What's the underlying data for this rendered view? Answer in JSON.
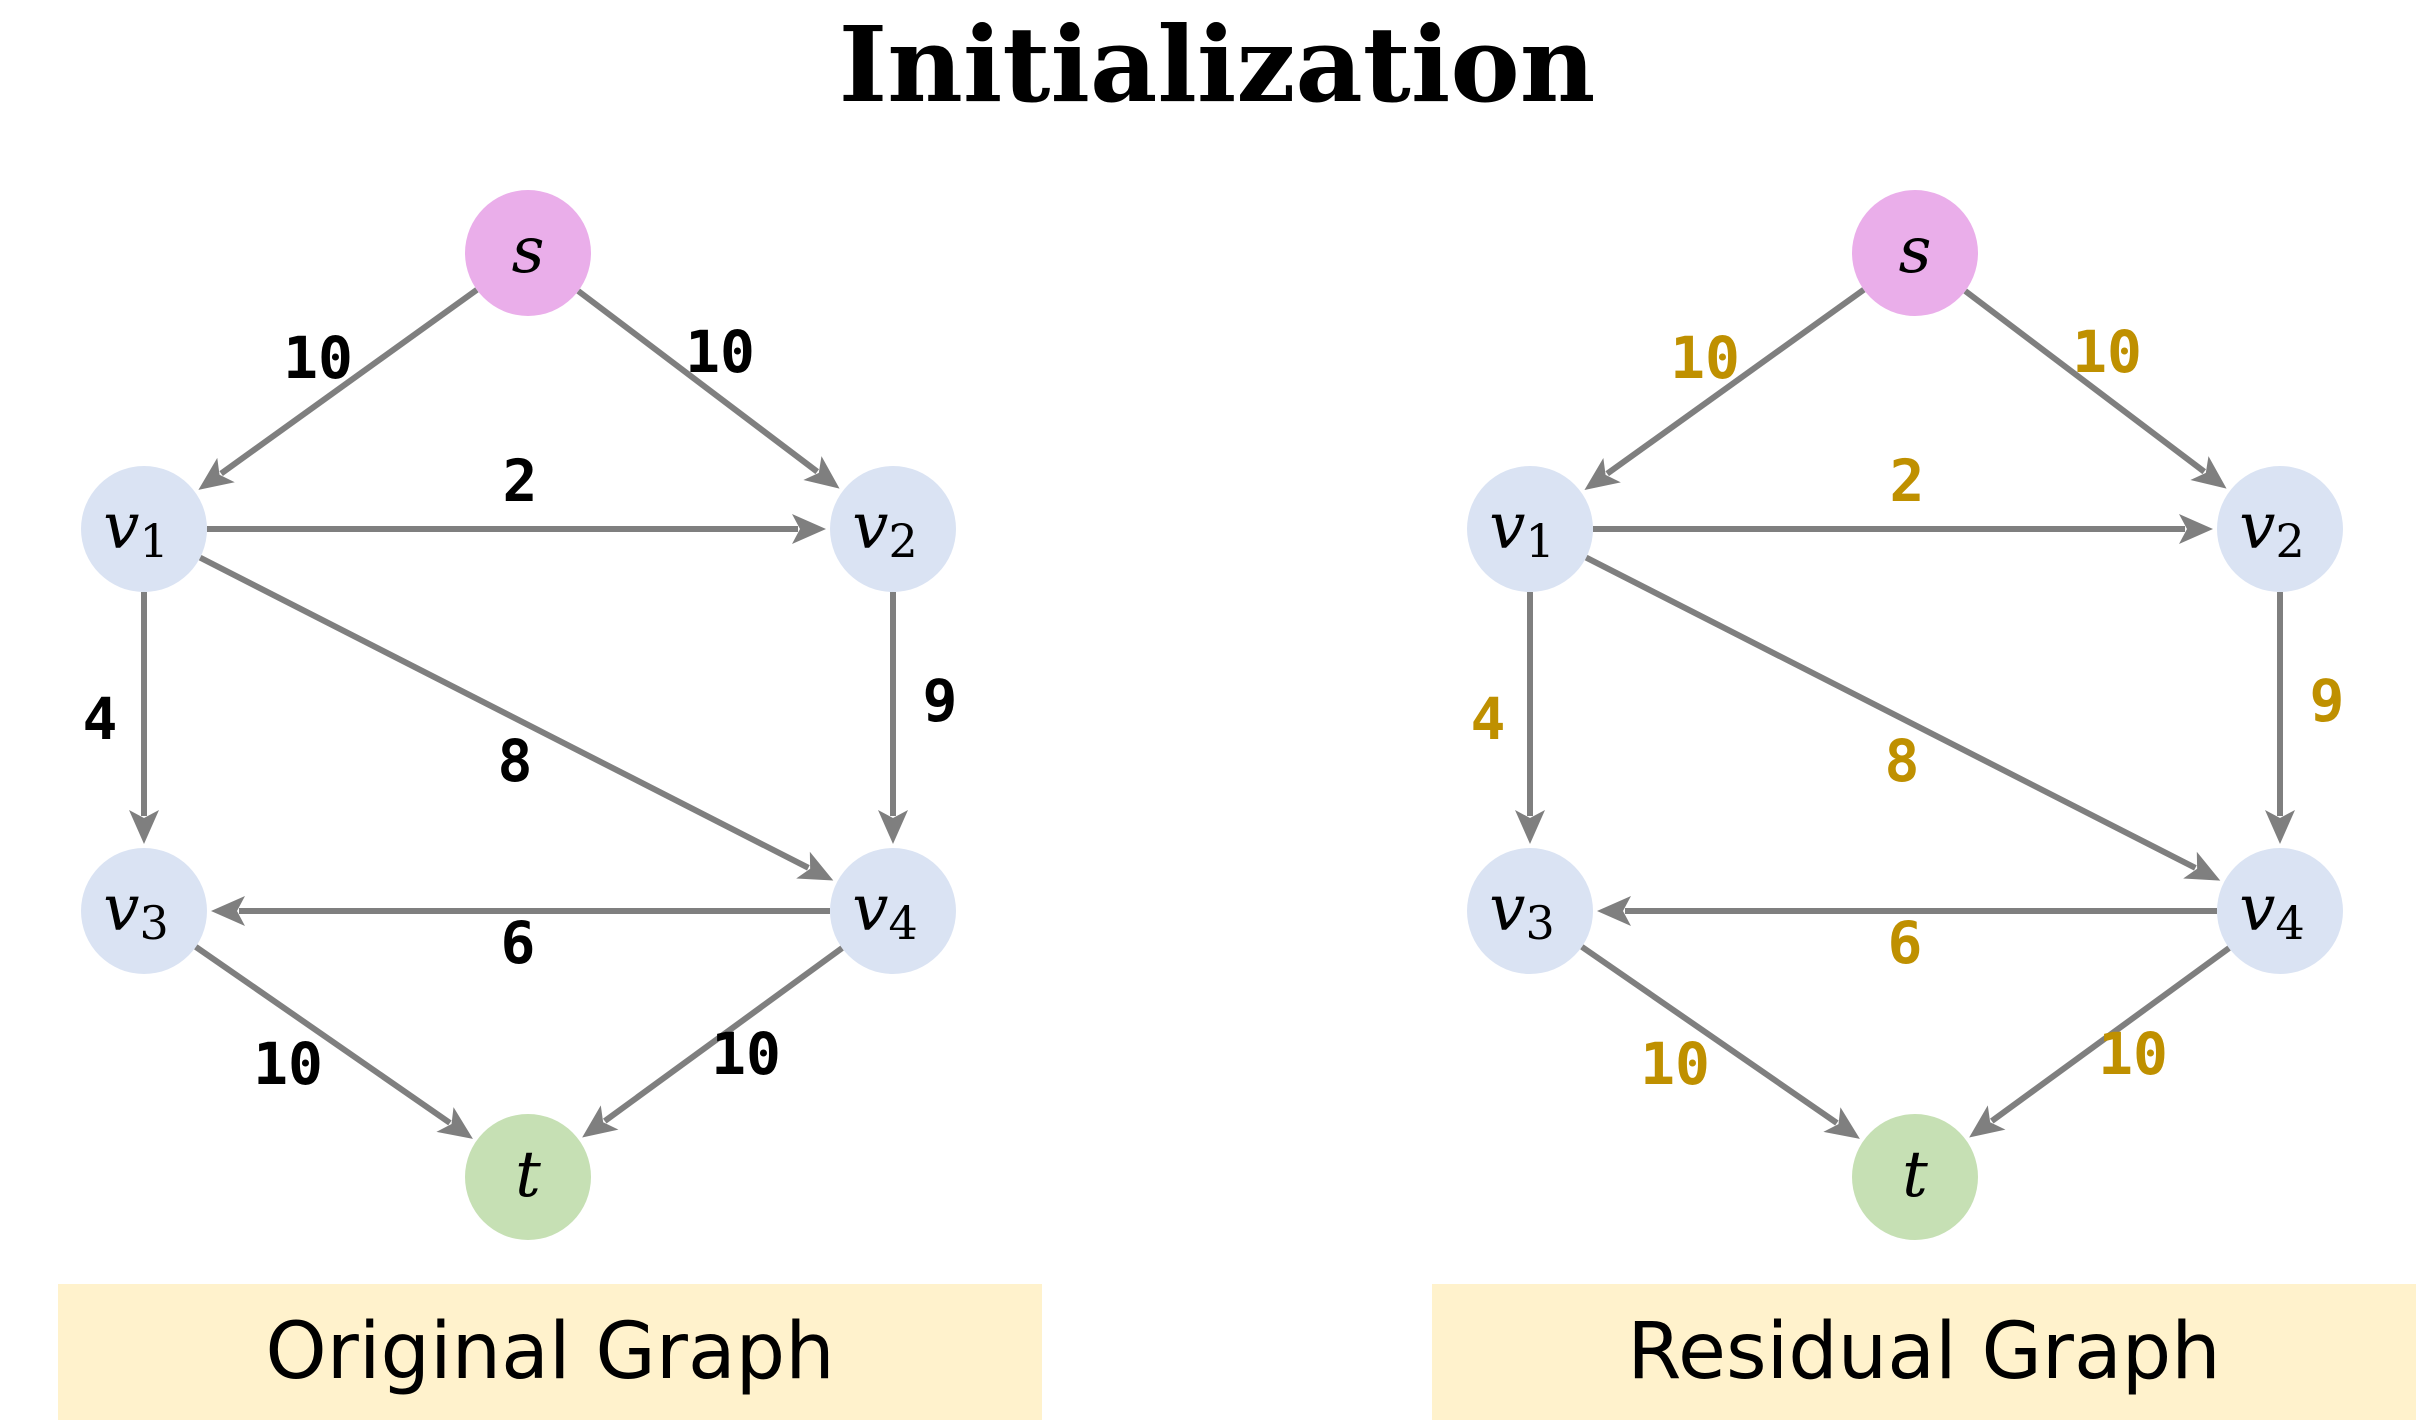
{
  "title": "Initialization",
  "colors": {
    "source_node": "#eaaeea",
    "sink_node": "#c6e0b4",
    "inner_node": "#dae3f3",
    "edge": "#7f7f7f",
    "original_label": "#000000",
    "residual_label": "#bf9000",
    "caption_bg": "#fff2cc"
  },
  "nodes": [
    {
      "id": "s",
      "label": "s",
      "sub": "",
      "kind": "source"
    },
    {
      "id": "v1",
      "label": "v",
      "sub": "1",
      "kind": "inner"
    },
    {
      "id": "v2",
      "label": "v",
      "sub": "2",
      "kind": "inner"
    },
    {
      "id": "v3",
      "label": "v",
      "sub": "3",
      "kind": "inner"
    },
    {
      "id": "v4",
      "label": "v",
      "sub": "4",
      "kind": "inner"
    },
    {
      "id": "t",
      "label": "t",
      "sub": "",
      "kind": "sink"
    }
  ],
  "graphs": [
    {
      "id": "original",
      "caption": "Original Graph",
      "label_color": "#000000",
      "edges": [
        {
          "from": "s",
          "to": "v1",
          "capacity": "10"
        },
        {
          "from": "s",
          "to": "v2",
          "capacity": "10"
        },
        {
          "from": "v1",
          "to": "v2",
          "capacity": "2"
        },
        {
          "from": "v1",
          "to": "v3",
          "capacity": "4"
        },
        {
          "from": "v1",
          "to": "v4",
          "capacity": "8"
        },
        {
          "from": "v2",
          "to": "v4",
          "capacity": "9"
        },
        {
          "from": "v4",
          "to": "v3",
          "capacity": "6"
        },
        {
          "from": "v3",
          "to": "t",
          "capacity": "10"
        },
        {
          "from": "v4",
          "to": "t",
          "capacity": "10"
        }
      ]
    },
    {
      "id": "residual",
      "caption": "Residual Graph",
      "label_color": "#bf9000",
      "edges": [
        {
          "from": "s",
          "to": "v1",
          "capacity": "10"
        },
        {
          "from": "s",
          "to": "v2",
          "capacity": "10"
        },
        {
          "from": "v1",
          "to": "v2",
          "capacity": "2"
        },
        {
          "from": "v1",
          "to": "v3",
          "capacity": "4"
        },
        {
          "from": "v1",
          "to": "v4",
          "capacity": "8"
        },
        {
          "from": "v2",
          "to": "v4",
          "capacity": "9"
        },
        {
          "from": "v4",
          "to": "v3",
          "capacity": "6"
        },
        {
          "from": "v3",
          "to": "t",
          "capacity": "10"
        },
        {
          "from": "v4",
          "to": "t",
          "capacity": "10"
        }
      ]
    }
  ]
}
